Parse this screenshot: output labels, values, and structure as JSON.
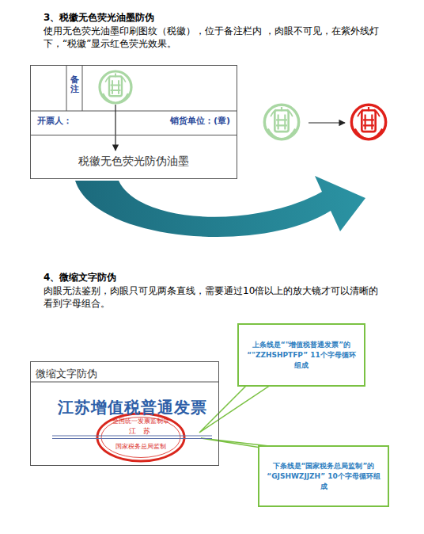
{
  "diagram": {
    "nodes": [
      {
        "text": [
          "备注",
          "开票人：",
          "销货单位：(章)"
        ]
      },
      {
        "text": [
          "税徽无色荧光防伪油墨"
        ],
        "in": 0
      },
      {
        "text": [
          "微缩文字防伪",
          "江苏增值税普通发票"
        ]
      },
      {
        "text": [
          "上条线是“\"增值税普通发票”的“\"ZZHSHPTFP” 11个字母循环组成"
        ]
      },
      {
        "text": [
          "下条线是“国家税务总局监制”的“GJSHWZJJZH” 10个字母循环组成"
        ]
      }
    ],
    "labels": [
      "3、税徽无色荧光油墨防伪",
      "使用无色荧光油墨印刷图纹（税徽），位于备注栏内 ，肉眼不可见，在紫外线灯下，“税徽”显示红色荧光效果。",
      "4、微缩文字防伪",
      "肉眼无法鉴别，肉眼只可见两条直线，需要通过10倍以上的放大镜才可以清晰的看到字母组合。",
      "全国统一发票监制章",
      "江 苏",
      "国家税务总局监制"
    ]
  }
}
